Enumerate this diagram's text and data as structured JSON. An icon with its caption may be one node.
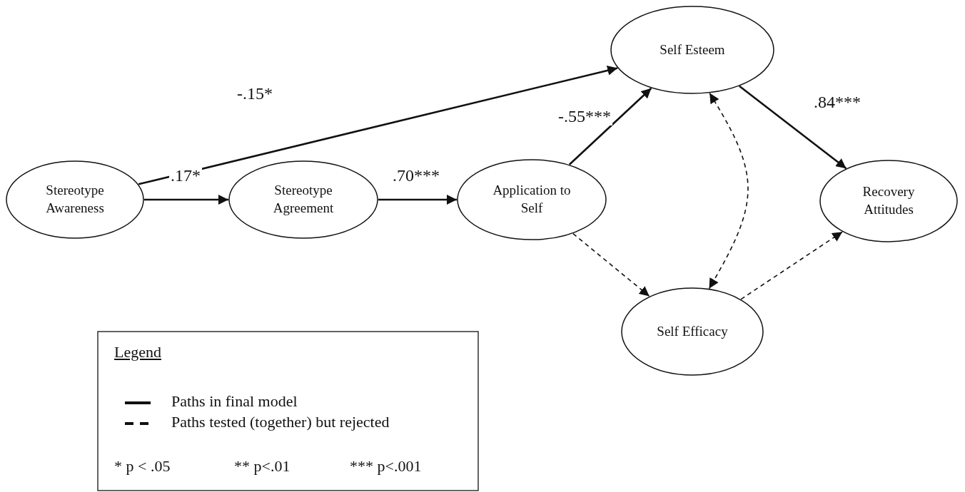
{
  "diagram": {
    "nodes": [
      {
        "text": [
          "Stereotype Awareness"
        ]
      },
      {
        "text": [
          "Stereotype Agreement"
        ]
      },
      {
        "text": [
          "Application to Self"
        ]
      },
      {
        "text": [
          "Self Esteem"
        ]
      },
      {
        "text": [
          "Recovery Attitudes"
        ]
      },
      {
        "text": [
          "Self Efficacy"
        ]
      }
    ],
    "edges": [
      {
        "from": 0,
        "to": 3,
        "arrow": "to",
        "label": "-.15*"
      },
      {
        "from": 0,
        "to": 1,
        "arrow": "to",
        "label": ".17*"
      },
      {
        "from": 1,
        "to": 2,
        "arrow": "to",
        "label": ".70***"
      },
      {
        "from": 2,
        "to": 3,
        "arrow": "to",
        "label": "-.55***"
      },
      {
        "from": 3,
        "to": 4,
        "arrow": "to",
        "label": ".84***"
      },
      {
        "from": 2,
        "to": 5,
        "arrow": "to",
        "style": "dashed"
      },
      {
        "from": 3,
        "to": 5,
        "arrow": "both",
        "style": "dashed"
      },
      {
        "from": 5,
        "to": 4,
        "arrow": "to",
        "style": "dashed"
      }
    ],
    "labels": [
      "Legend",
      "* p < .05",
      "** p<.01",
      "*** p<.001"
    ],
    "legend": [
      {
        "text": "Paths in final model"
      },
      {
        "text": "Paths tested (together) but rejected"
      }
    ]
  }
}
